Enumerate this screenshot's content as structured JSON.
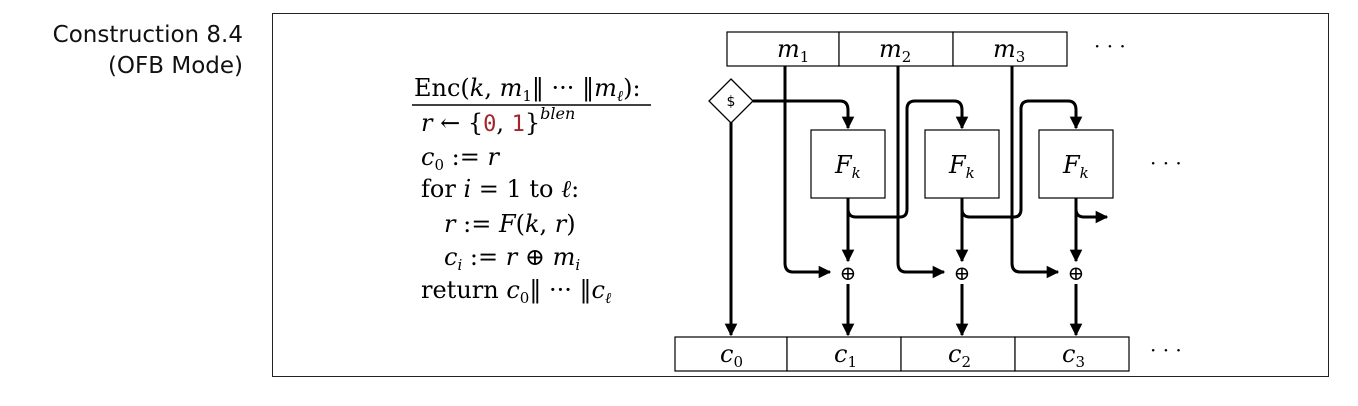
{
  "caption": {
    "label": "Construction 8.4",
    "sub": "(OFB Mode)"
  },
  "algorithm": {
    "header": {
      "fn": "Enc",
      "args_open": "(",
      "k": "k",
      "comma": ", ",
      "m1": "m",
      "m1_sub": "1",
      "concat": "‖ ··· ‖",
      "ml": "m",
      "ml_sub": "ℓ",
      "close": "):"
    },
    "line1": {
      "r": "r",
      "arrow": " ← {",
      "zero": "0",
      "comma": ", ",
      "one": "1",
      "close": "}",
      "sup": "blen"
    },
    "line2": {
      "c": "c",
      "sub": "0",
      "assign": " := ",
      "r": "r"
    },
    "line3": {
      "kw": "for ",
      "i": "i",
      "eq": " = 1 to ",
      "l": "ℓ",
      "colon": ":"
    },
    "line4": {
      "r": "r",
      "assign": " := ",
      "F": "F",
      "open": "(",
      "k": "k",
      "comma": ", ",
      "r2": "r",
      "close": ")"
    },
    "line5": {
      "c": "c",
      "sub": "i",
      "assign": " := ",
      "r": "r",
      "xor": " ⊕ ",
      "m": "m",
      "msub": "i"
    },
    "line6": {
      "kw": "return ",
      "c0": "c",
      "c0sub": "0",
      "concat": "‖ ··· ‖",
      "cl": "c",
      "clsub": "ℓ"
    }
  },
  "diagram": {
    "random_symbol": "$",
    "xor_symbol": "⊕",
    "ellipsis": "· · ·",
    "messages": [
      {
        "base": "m",
        "sub": "1"
      },
      {
        "base": "m",
        "sub": "2"
      },
      {
        "base": "m",
        "sub": "3"
      }
    ],
    "ciphertexts": [
      {
        "base": "c",
        "sub": "0"
      },
      {
        "base": "c",
        "sub": "1"
      },
      {
        "base": "c",
        "sub": "2"
      },
      {
        "base": "c",
        "sub": "3"
      }
    ],
    "prf": {
      "base": "F",
      "sub": "k"
    }
  }
}
